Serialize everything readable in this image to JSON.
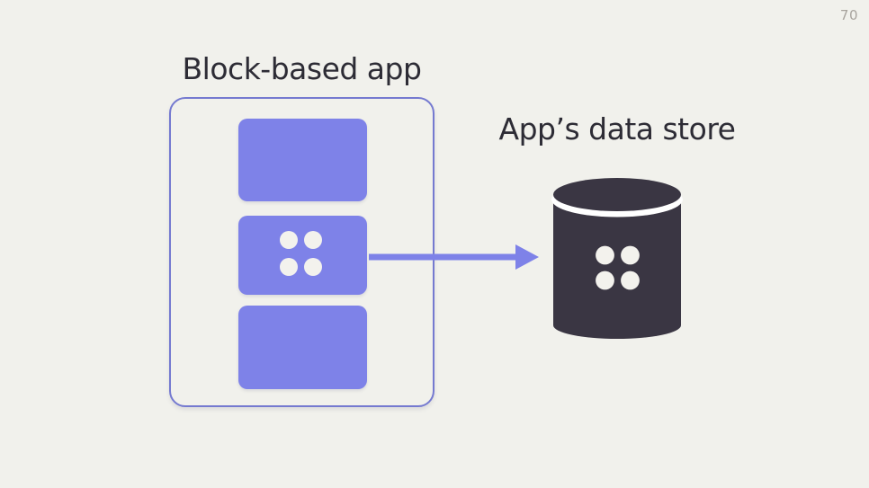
{
  "page": {
    "page_number": "70"
  },
  "colors": {
    "background": "#F1F1EC",
    "accent_purple": "#7E82E8",
    "outline_purple": "#757AD0",
    "dark": "#3A3643",
    "text_dark": "#2D2C35",
    "page_number_gray": "#A8A49E",
    "dot_white": "#F3F2ED"
  },
  "diagram": {
    "app": {
      "title": "Block-based app",
      "blocks": [
        {
          "name": "top-block",
          "has_dots": false
        },
        {
          "name": "middle-block",
          "has_dots": true
        },
        {
          "name": "bottom-block",
          "has_dots": false
        }
      ]
    },
    "arrow": {
      "from": "middle-block",
      "to": "datastore",
      "direction": "right"
    },
    "datastore": {
      "title": "App’s data store",
      "icon": "database-cylinder"
    }
  }
}
